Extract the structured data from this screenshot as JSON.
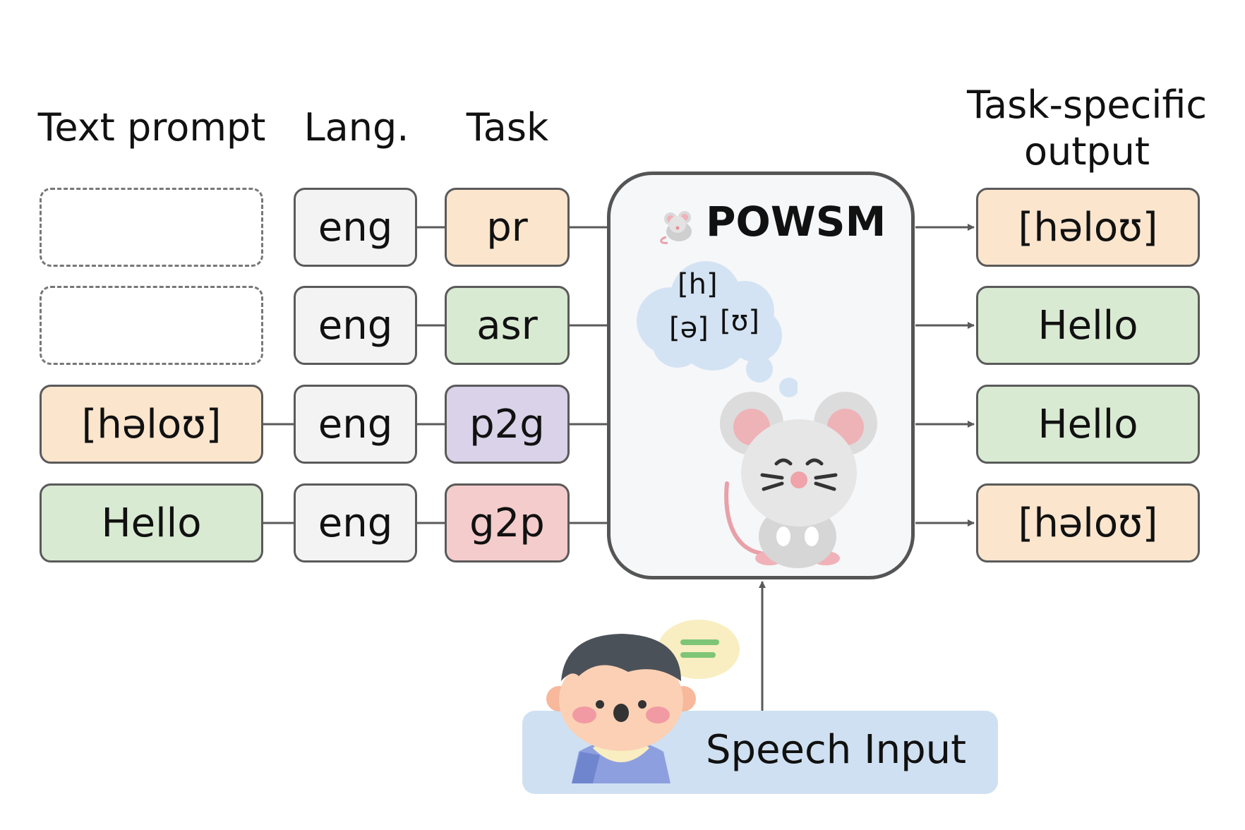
{
  "headers": {
    "text_prompt": "Text prompt",
    "lang": "Lang.",
    "task": "Task",
    "output_line1": "Task-specific",
    "output_line2": "output"
  },
  "rows": [
    {
      "prompt": "",
      "lang": "eng",
      "task": "pr",
      "output": "[həloʊ]"
    },
    {
      "prompt": "",
      "lang": "eng",
      "task": "asr",
      "output": "Hello"
    },
    {
      "prompt": "[həloʊ]",
      "lang": "eng",
      "task": "p2g",
      "output": "Hello"
    },
    {
      "prompt": "Hello",
      "lang": "eng",
      "task": "g2p",
      "output": "[həloʊ]"
    }
  ],
  "model": {
    "title": "POWSM",
    "thought_phones": [
      "[h]",
      "[ə]",
      "[ʊ]"
    ]
  },
  "speech_input": "Speech Input",
  "colors": {
    "phone": "#fbe5cd",
    "text": "#d9ead3",
    "lang": "#f3f3f3",
    "p2g": "#d9d2e9",
    "g2p": "#f4cccc",
    "speech": "#cfe0f2",
    "connector": "#5a5a5a"
  }
}
